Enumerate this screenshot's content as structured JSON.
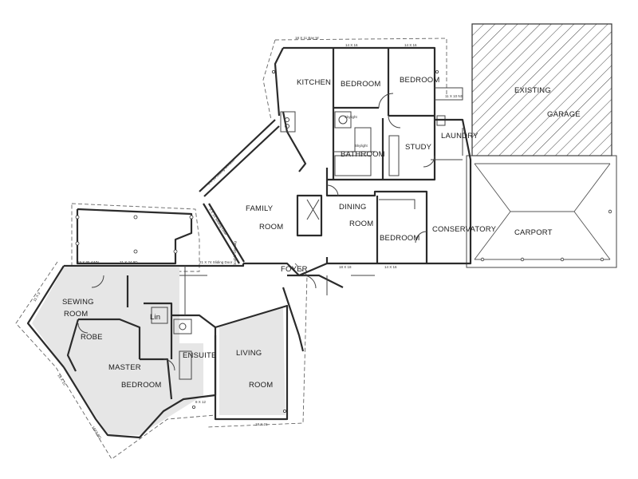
{
  "rooms": {
    "kitchen": "KITCHEN",
    "bedroom_1": "BEDROOM",
    "bedroom_2": "BEDROOM",
    "bathroom": "BATHROOM",
    "study": "STUDY",
    "laundry": "LAUNDRY",
    "existing": "EXISTING",
    "garage": "GARAGE",
    "family": "FAMILY",
    "family_room": "ROOM",
    "dining": "DINING",
    "dining_room": "ROOM",
    "bedroom_3": "BEDROOM",
    "conservatory": "CONSERVATORY",
    "carport": "CARPORT",
    "foyer": "FOYER",
    "sewing": "SEWING",
    "sewing_room": "ROOM",
    "robe": "ROBE",
    "linen": "Lin",
    "ensuite": "ENSUITE",
    "master": "MASTER",
    "master_bedroom": "BEDROOM",
    "living": "LIVING",
    "living_room": "ROOM"
  },
  "dimensions": {
    "kitchen_top": "18 X 11 Bay W",
    "bedroom_top_1": "14 X 16",
    "bedroom_top_2": "14 X 16",
    "laundry_side": "11 X 10 NS",
    "dining_bottom": "18 X 18",
    "bedroom_bottom": "14 X 16",
    "family_side": "19 X 95 AWN",
    "family_bottom": "21 X 24 9D",
    "sewing_side": "11 X 9",
    "master_side": "18 X 15",
    "master_corner": "18X8 BD",
    "ensuite_bottom": "8 X 12",
    "living_bottom": "18 X 21"
  },
  "notes": {
    "skylight_1": "Skylight",
    "skylight_2": "Skylight",
    "sliding_window": "6 X 10 Sliding Window",
    "sliding_door": "9 X 10 Sliding Door",
    "sliding_door_2": "21 X 74 Sliding Door",
    "glazing": "Double Glazing"
  }
}
